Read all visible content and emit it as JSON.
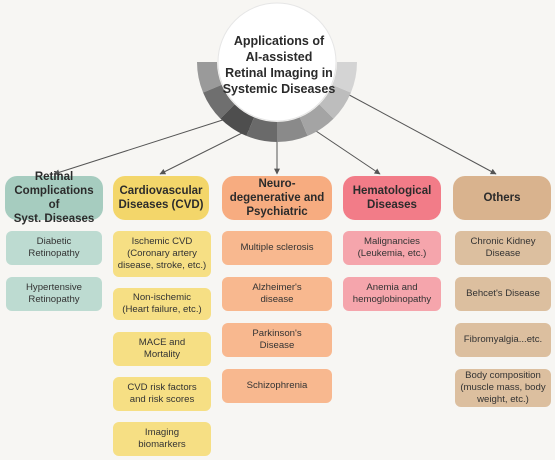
{
  "center": {
    "title_lines": [
      "Applications of",
      "AI-assisted",
      "Retinal Imaging in",
      "Systemic Diseases"
    ]
  },
  "colors": {
    "green": "#a6ccbf",
    "yellow": "#f3d66a",
    "orange": "#f7ac80",
    "pink": "#f27c88",
    "tan": "#d9b38e"
  },
  "categories": [
    {
      "header": [
        "Retinal",
        "Complications of",
        "Syst. Diseases"
      ],
      "items": [
        [
          "Diabetic",
          "Retinopathy"
        ],
        [
          "Hypertensive",
          "Retinopathy"
        ]
      ]
    },
    {
      "header": [
        "Cardiovascular",
        "Diseases (CVD)"
      ],
      "items": [
        [
          "Ischemic CVD",
          "(Coronary artery",
          "disease, stroke, etc.)"
        ],
        [
          "Non-ischemic",
          "(Heart failure, etc.)"
        ],
        [
          "MACE and",
          "Mortality"
        ],
        [
          "CVD risk factors",
          "and risk scores"
        ],
        [
          "Imaging",
          "biomarkers"
        ]
      ]
    },
    {
      "header": [
        "Neuro-",
        "degenerative and",
        "Psychiatric"
      ],
      "items": [
        [
          "Multiple sclerosis"
        ],
        [
          "Alzheimer's",
          "disease"
        ],
        [
          "Parkinson's",
          "Disease"
        ],
        [
          "Schizophrenia"
        ]
      ]
    },
    {
      "header": [
        "Hematological",
        "Diseases"
      ],
      "items": [
        [
          "Malignancies",
          "(Leukemia, etc.)"
        ],
        [
          "Anemia and",
          "hemoglobinopathy"
        ]
      ]
    },
    {
      "header": [
        "Others"
      ],
      "items": [
        [
          "Chronic Kidney",
          "Disease"
        ],
        [
          "Behcet's Disease"
        ],
        [
          "Fibromyalgia...etc."
        ],
        [
          "Body composition",
          "(muscle mass, body",
          "weight, etc.)"
        ]
      ]
    }
  ]
}
